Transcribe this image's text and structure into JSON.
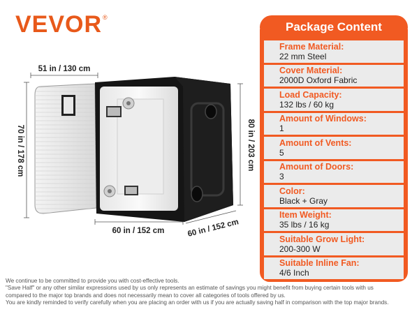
{
  "brand": {
    "name": "VEVOR",
    "reg_mark": "®",
    "color": "#e8591a"
  },
  "dimensions": {
    "top_width": "51 in / 130 cm",
    "left_height": "70 in / 178 cm",
    "right_height": "80 in / 203 cm",
    "bottom_front": "60 in / 152 cm",
    "bottom_side": "60 in / 152 cm"
  },
  "package": {
    "title": "Package Content",
    "accent": "#f15a22",
    "items": [
      {
        "label": "Frame Material:",
        "value": "22 mm Steel"
      },
      {
        "label": "Cover Material:",
        "value": "2000D Oxford Fabric"
      },
      {
        "label": "Load Capacity:",
        "value": "132 lbs / 60 kg"
      },
      {
        "label": "Amount of Windows:",
        "value": "1"
      },
      {
        "label": "Amount of Vents:",
        "value": "5"
      },
      {
        "label": "Amount of Doors:",
        "value": "3"
      },
      {
        "label": "Color:",
        "value": "Black + Gray"
      },
      {
        "label": "Item Weight:",
        "value": "35 lbs / 16 kg"
      },
      {
        "label": "Suitable Grow Light:",
        "value": "200-300 W"
      },
      {
        "label": "Suitable Inline Fan:",
        "value": "4/6 Inch"
      }
    ]
  },
  "disclaimer": [
    "We continue to be committed to provide you with cost-effective tools.",
    "\"Save Half\" or any other similar expressions used by us only represents an estimate of savings you might benefit from buying certain tools with us",
    "compared to the major top brands and does not necessarily mean to cover all categories of tools offered by us.",
    "You are kindly reminded to verify carefully when you are placing an order with us if you are actually saving half in comparison with the top major brands."
  ]
}
